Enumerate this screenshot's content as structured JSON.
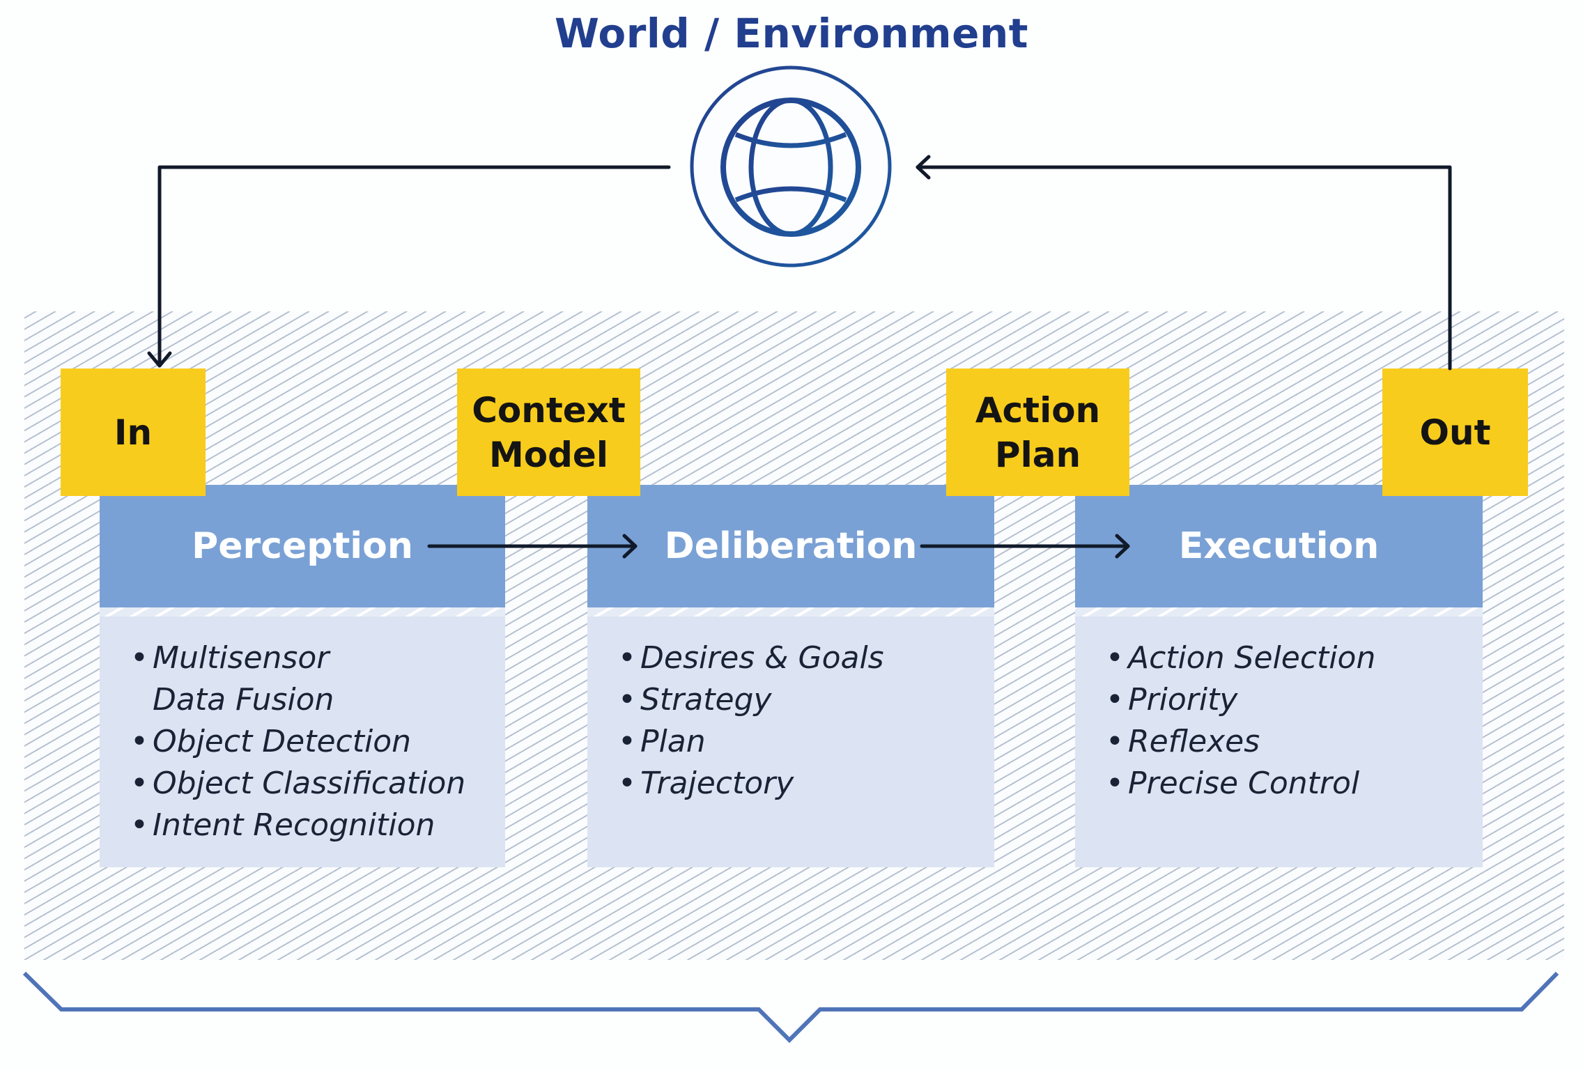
{
  "title": "World / Environment",
  "world_icon": "globe-icon",
  "tags": {
    "in": "In",
    "context_model": "Context\nModel",
    "action_plan": "Action\nPlan",
    "out": "Out"
  },
  "stages": [
    {
      "name": "Perception",
      "items": [
        "Multisensor\nData Fusion",
        "Object Detection",
        "Object Classification",
        "Intent Recognition"
      ]
    },
    {
      "name": "Deliberation",
      "items": [
        "Desires & Goals",
        "Strategy",
        "Plan",
        "Trajectory"
      ]
    },
    {
      "name": "Execution",
      "items": [
        "Action Selection",
        "Priority",
        "Reflexes",
        "Precise Control"
      ]
    }
  ],
  "colors": {
    "title": "#213f8e",
    "globe": "#1f4f96",
    "tag_fill": "#f8cc1c",
    "stage_header": "#7aa1d5",
    "stage_body": "#dce3f2",
    "brace": "#4f74b8",
    "arrow": "#111a2a"
  }
}
